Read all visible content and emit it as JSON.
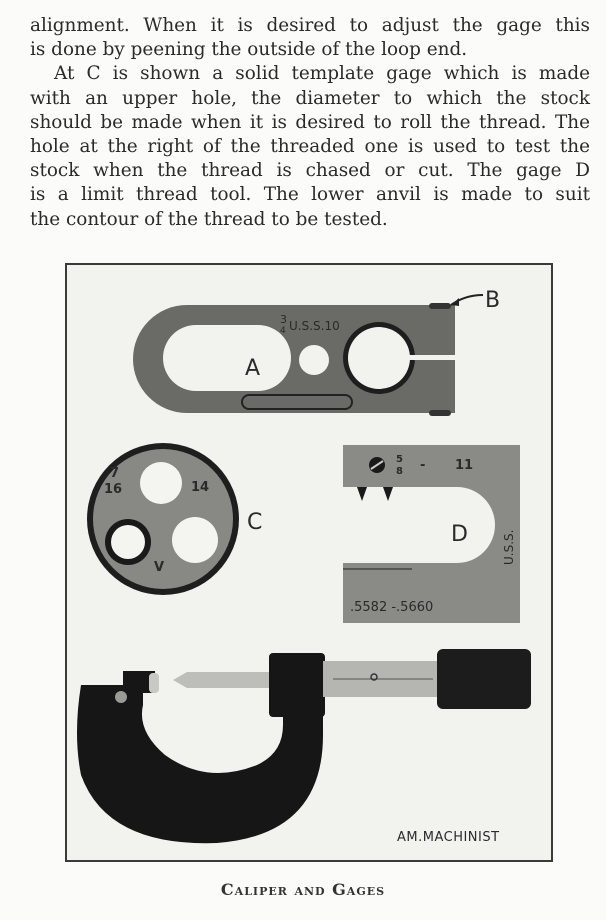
{
  "text": {
    "lines": [
      "alignment.  When it is desired to adjust the gage this",
      "is done by peening the outside of the loop end.",
      "At C is shown a solid template gage which is made",
      "with an upper hole, the diameter to which the stock",
      "should be made when it is desired to roll the thread.  The",
      "hole at the right of the threaded one is used to test the",
      "stock when the thread is chased or cut.  The gage D",
      "is a limit thread tool.  The lower anvil is made to suit",
      "the contour of the thread to be tested."
    ]
  },
  "figure": {
    "labels": {
      "a": "A",
      "b": "B",
      "c": "C",
      "d": "D"
    },
    "gage_a_stamp": "U.S.S.10",
    "gage_a_fraction_num": "3",
    "gage_a_fraction_den": "4",
    "gage_c_fraction_num": "7",
    "gage_c_fraction_den": "16",
    "gage_c_number": "14",
    "gage_c_mark": "V",
    "gage_d_fraction_num": "5",
    "gage_d_fraction_den": "8",
    "gage_d_dash": "-",
    "gage_d_tpi": "11",
    "gage_d_standard": "U.S.S.",
    "gage_d_limits": ".5582 -.5660",
    "credit": "AM.MACHINIST"
  },
  "caption": "Caliper and Gages"
}
